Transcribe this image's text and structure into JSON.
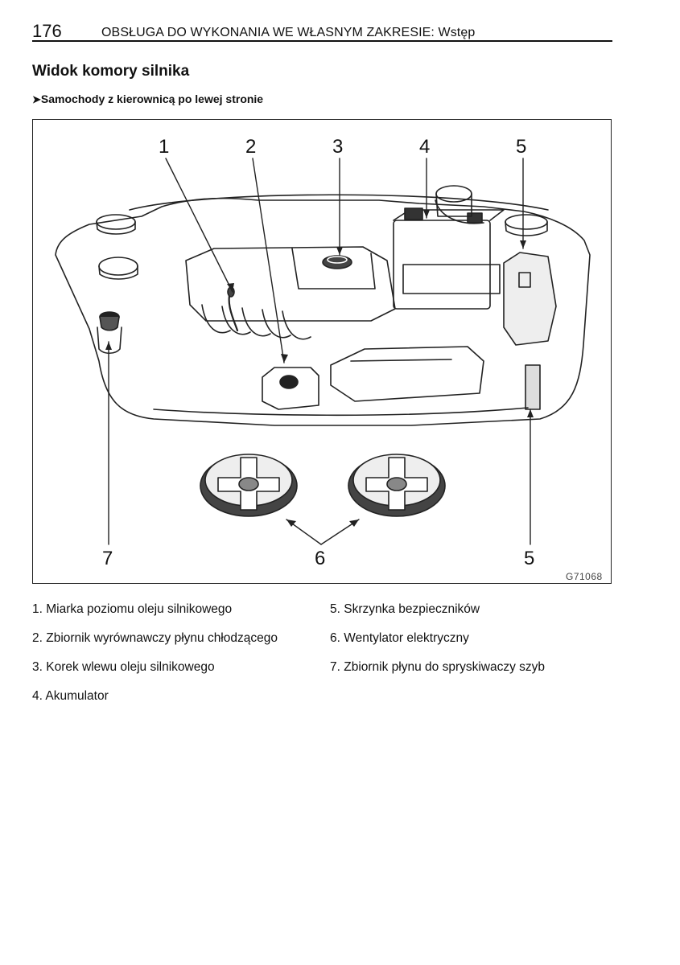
{
  "header": {
    "page_number": "176",
    "section_title": "OBSŁUGA DO WYKONANIA WE WŁASNYM ZAKRESIE: Wstęp"
  },
  "page_title": "Widok komory silnika",
  "subtitle": {
    "arrow": "➤",
    "text": "Samochody z kierownicą po lewej stronie"
  },
  "figure": {
    "callouts": [
      "1",
      "2",
      "3",
      "4",
      "5",
      "5",
      "6",
      "7"
    ],
    "code": "G71068"
  },
  "legend": {
    "left": [
      "1. Miarka poziomu oleju silnikowego",
      "2. Zbiornik wyrównawczy płynu chłodzącego",
      "3. Korek wlewu oleju silnikowego",
      "4. Akumulator"
    ],
    "right": [
      "5. Skrzynka bezpieczników",
      "6. Wentylator elektryczny",
      "7. Zbiornik płynu do spryskiwaczy szyb"
    ]
  }
}
